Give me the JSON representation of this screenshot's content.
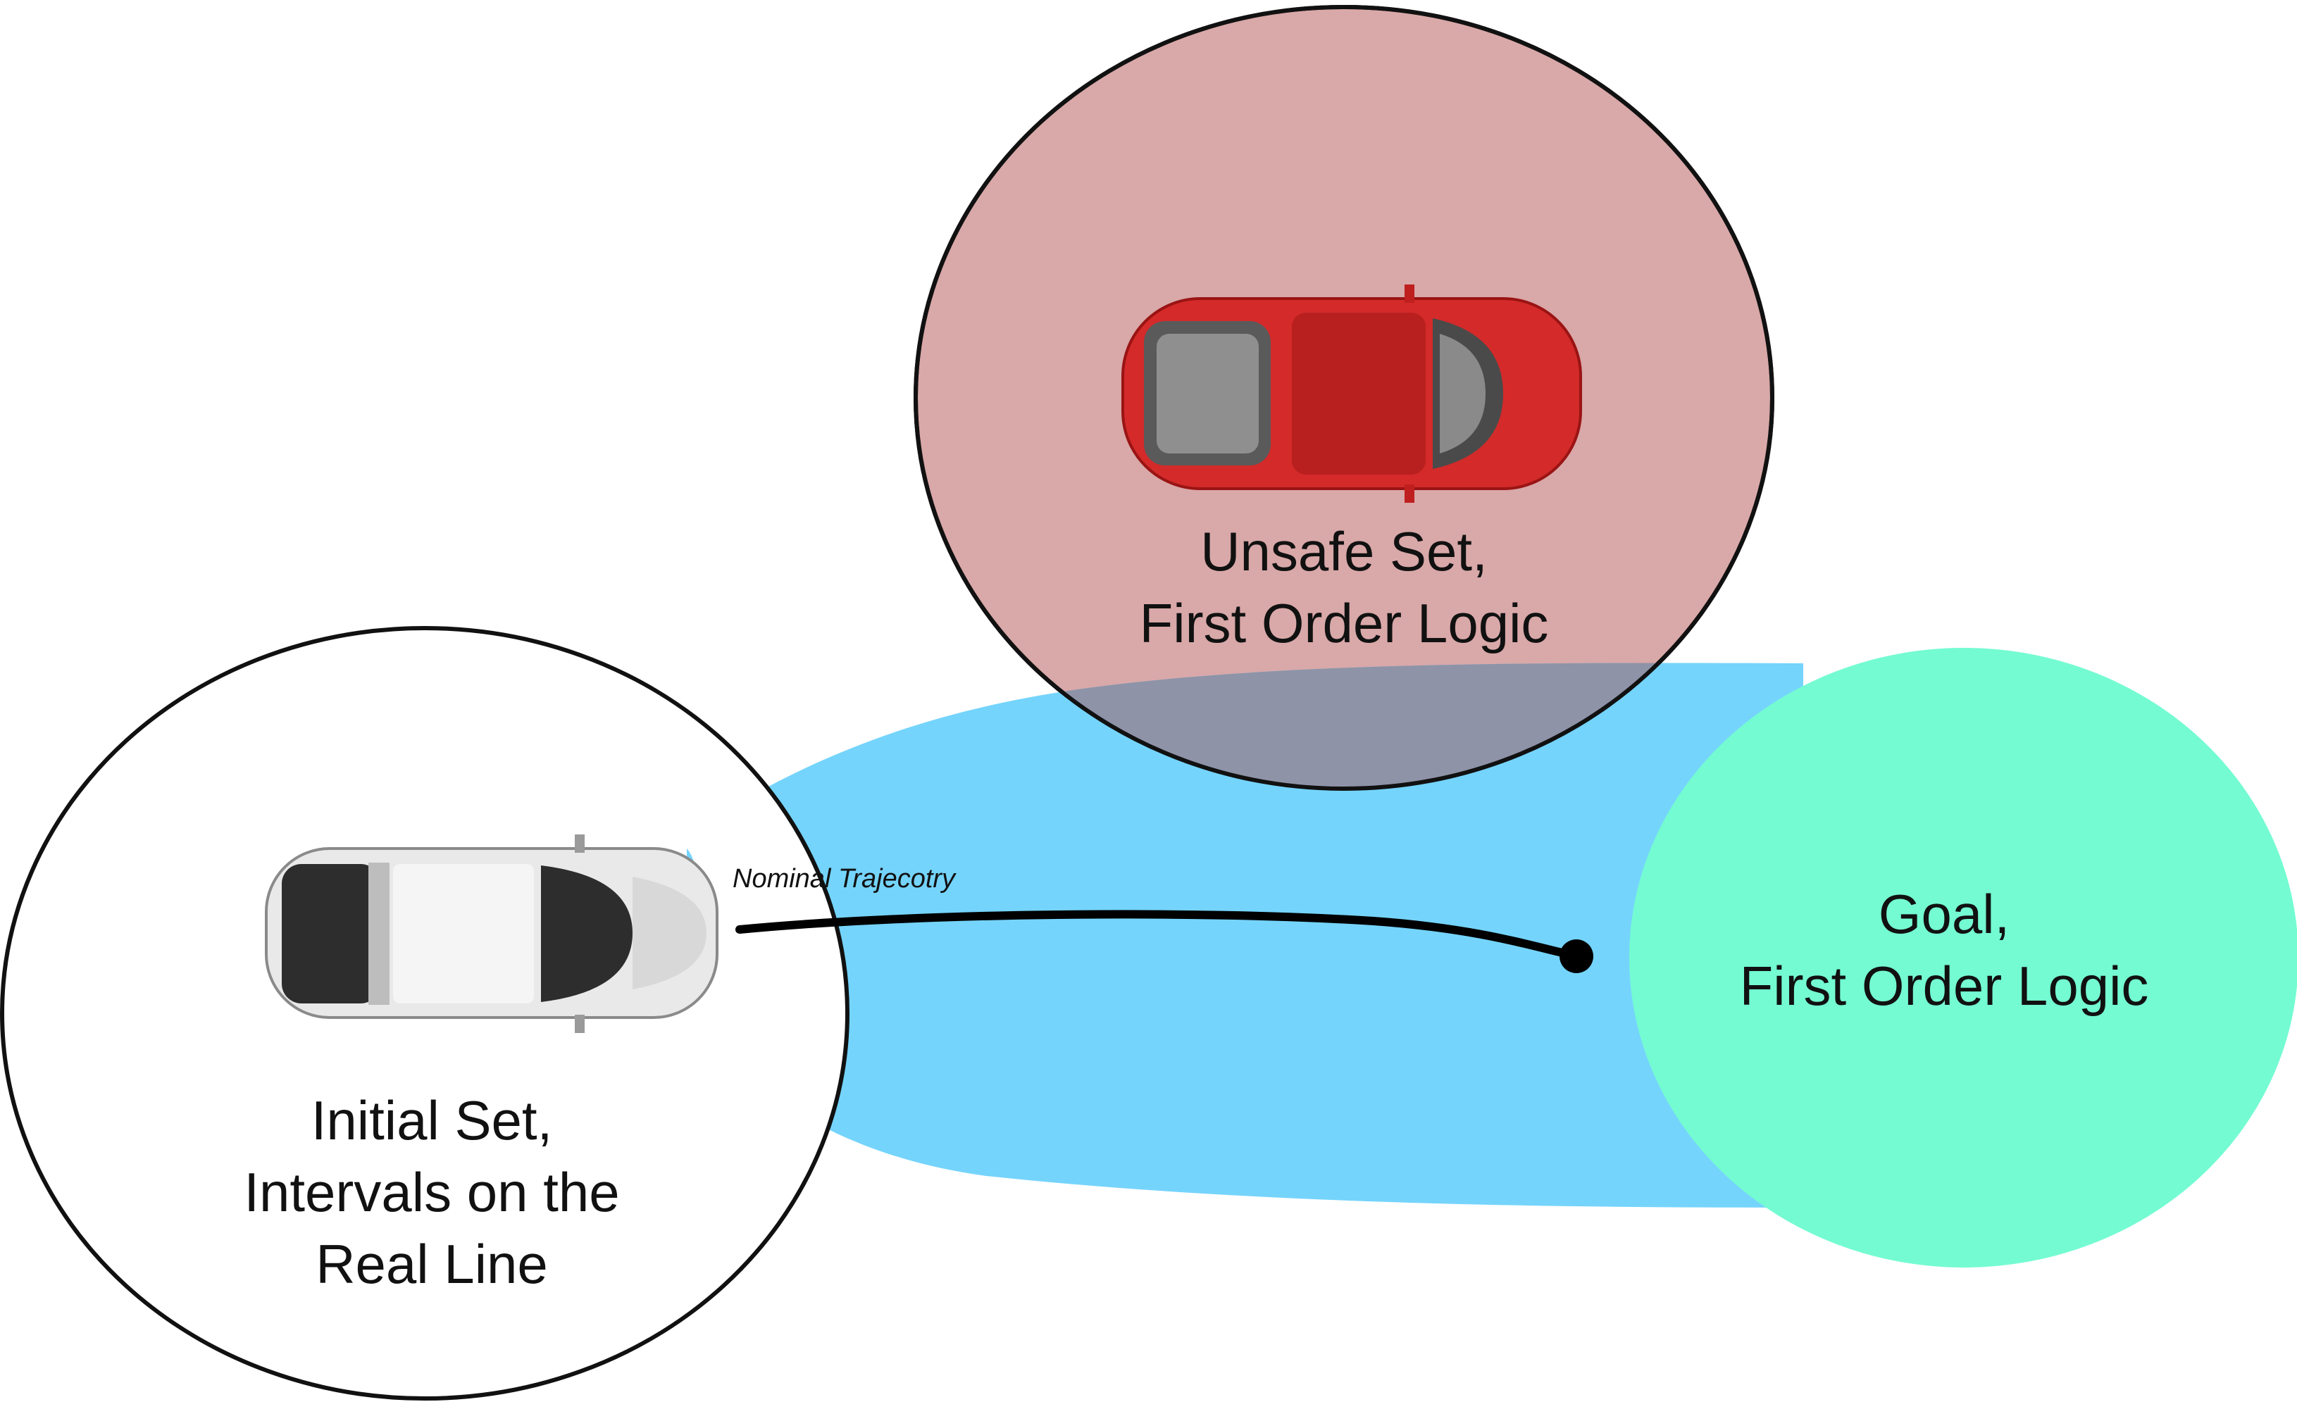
{
  "colors": {
    "unsafe_fill": "#d9a8a8",
    "reach_fill": "#75d4fc",
    "overlap_fill": "#8e93a8",
    "goal_fill": "#74fbd2",
    "outline": "#111111",
    "trajectory": "#000000",
    "red_car": "#d42a2a",
    "white_car": "#e9e9e9"
  },
  "icons": [
    "red-car-icon",
    "white-car-icon",
    "trajectory-endpoint-icon"
  ],
  "unsafe_set": {
    "line1": "Unsafe Set,",
    "line2": "First Order Logic"
  },
  "initial_set": {
    "line1": "Initial Set,",
    "line2": "Intervals on the",
    "line3": "Real Line"
  },
  "goal": {
    "line1": "Goal,",
    "line2": "First Order Logic"
  },
  "trajectory": {
    "label": "Nominal Trajecotry"
  }
}
